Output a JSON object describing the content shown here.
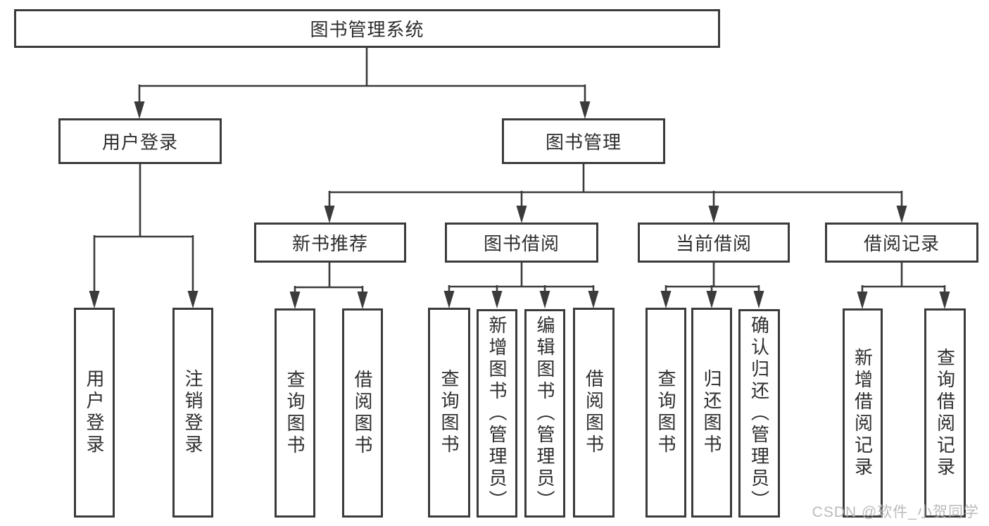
{
  "title": "图书管理系统",
  "watermark": "CSDN @软件_小贺同学",
  "colors": {
    "line": "#3b3b3b",
    "text": "#2e2e2e",
    "watermark": "#b4b4b4",
    "background": "#ffffff"
  },
  "tree": {
    "root": "图书管理系统",
    "children": [
      {
        "label": "用户登录",
        "children": [
          "用户登录",
          "注销登录"
        ]
      },
      {
        "label": "图书管理",
        "children": [
          {
            "label": "新书推荐",
            "children": [
              "查询图书",
              "借阅图书"
            ]
          },
          {
            "label": "图书借阅",
            "children": [
              "查询图书",
              "新增图书（管理员）",
              "编辑图书（管理员）",
              "借阅图书"
            ]
          },
          {
            "label": "当前借阅",
            "children": [
              "查询图书",
              "归还图书",
              "确认归还（管理员）"
            ]
          },
          {
            "label": "借阅记录",
            "children": [
              "新增借阅记录",
              "查询借阅记录"
            ]
          }
        ]
      }
    ]
  }
}
